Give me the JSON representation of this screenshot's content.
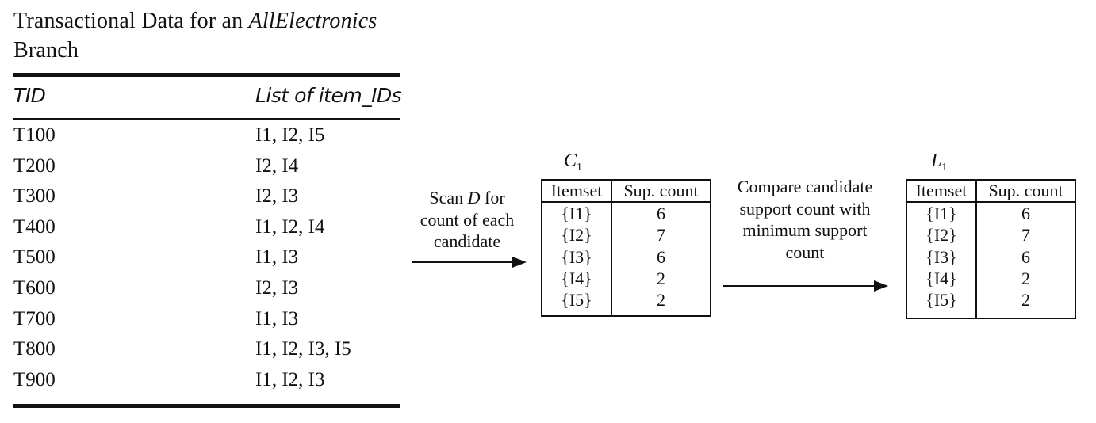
{
  "transactions": {
    "title_prefix": "Transactional Data for an ",
    "title_italic": "AllElectronics",
    "title_suffix": "Branch",
    "col_tid": "TID",
    "col_items": "List of item_IDs",
    "rows": [
      {
        "tid": "T100",
        "items": "I1, I2, I5"
      },
      {
        "tid": "T200",
        "items": "I2, I4"
      },
      {
        "tid": "T300",
        "items": "I2, I3"
      },
      {
        "tid": "T400",
        "items": "I1, I2, I4"
      },
      {
        "tid": "T500",
        "items": "I1, I3"
      },
      {
        "tid": "T600",
        "items": "I2, I3"
      },
      {
        "tid": "T700",
        "items": "I1, I3"
      },
      {
        "tid": "T800",
        "items": "I1, I2, I3, I5"
      },
      {
        "tid": "T900",
        "items": "I1, I2, I3"
      }
    ]
  },
  "scan_note": {
    "line1_prefix": "Scan ",
    "line1_italic": "D",
    "line1_suffix": " for",
    "line2": "count of each",
    "line3": "candidate"
  },
  "c1": {
    "label_letter": "C",
    "label_sub": "1",
    "col_itemset": "Itemset",
    "col_count": "Sup. count",
    "rows": [
      {
        "itemset": "{I1}",
        "count": "6"
      },
      {
        "itemset": "{I2}",
        "count": "7"
      },
      {
        "itemset": "{I3}",
        "count": "6"
      },
      {
        "itemset": "{I4}",
        "count": "2"
      },
      {
        "itemset": "{I5}",
        "count": "2"
      }
    ]
  },
  "compare_note": {
    "line1": "Compare candidate",
    "line2": "support count with",
    "line3": "minimum support",
    "line4": "count"
  },
  "l1": {
    "label_letter": "L",
    "label_sub": "1",
    "col_itemset": "Itemset",
    "col_count": "Sup. count",
    "rows": [
      {
        "itemset": "{I1}",
        "count": "6"
      },
      {
        "itemset": "{I2}",
        "count": "7"
      },
      {
        "itemset": "{I3}",
        "count": "6"
      },
      {
        "itemset": "{I4}",
        "count": "2"
      },
      {
        "itemset": "{I5}",
        "count": "2"
      }
    ]
  }
}
